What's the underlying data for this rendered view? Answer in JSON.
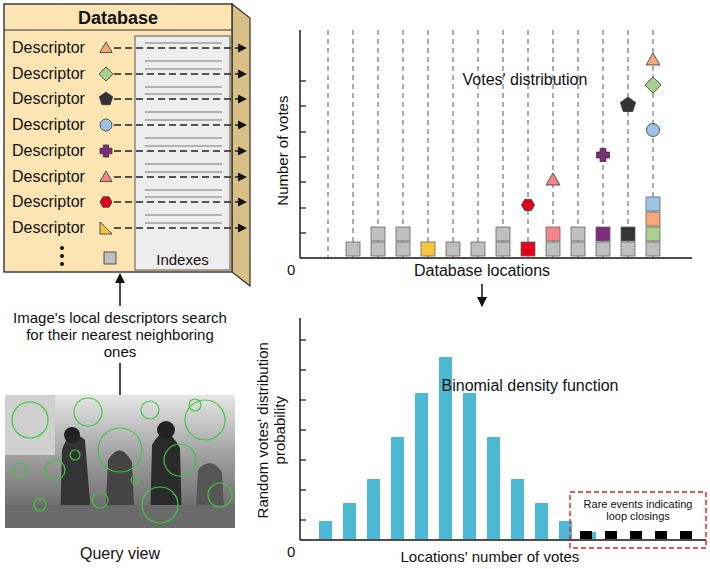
{
  "diagram": {
    "nodes": [
      {
        "text": [
          "Database"
        ]
      },
      {
        "text": [
          "Indexes"
        ],
        "in": 0
      },
      {
        "text": [
          "Query view"
        ]
      }
    ],
    "edges": [
      {
        "from": 2,
        "to": 0,
        "arrow": "to",
        "label": "Image's local descriptors search for their nearest neighboring ones"
      }
    ],
    "labels": [
      "Descriptor",
      "Descriptor",
      "Descriptor",
      "Descriptor",
      "Descriptor",
      "Descriptor",
      "Descriptor",
      "Descriptor",
      "Votes' distribution",
      "Number of votes",
      "0",
      "Database locations",
      "Binomial density function",
      "Random votes' distribution probability",
      "0",
      "Locations' number of votes",
      "Rare events indicating loop closings"
    ]
  }
}
